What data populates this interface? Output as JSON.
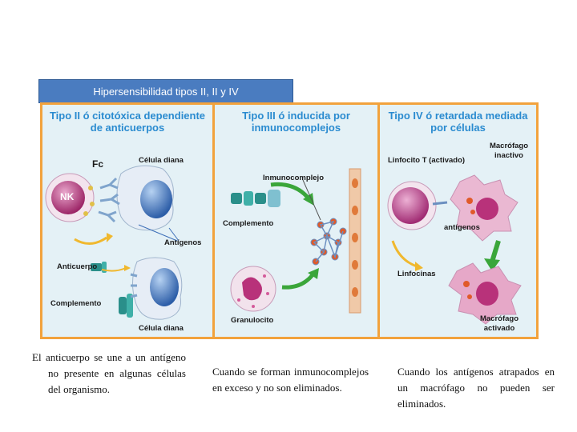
{
  "banner": "Hipersensibilidad tipos II, II y IV",
  "panels": {
    "type2": {
      "title": "Tipo II ó citotóxica dependiente de anticuerpos",
      "labels": {
        "fc": "Fc",
        "target_cell_top": "Célula diana",
        "nk": "NK",
        "antigens": "Antígenos",
        "antibody": "Anticuerpo",
        "complement": "Complemento",
        "target_cell_bottom": "Célula diana"
      }
    },
    "type3": {
      "title": "Tipo III ó inducida por inmunocomplejos",
      "labels": {
        "immunocomplex": "Inmunocomplejo",
        "complement": "Complemento",
        "granulocyte": "Granulocito"
      }
    },
    "type4": {
      "title": "Tipo IV ó retardada mediada por células",
      "labels": {
        "t_cell": "Linfocito T (activado)",
        "inactive_macrophage": "Macrófago inactivo",
        "antigens": "antígenos",
        "lymphokines": "Linfocinas",
        "activated_macrophage": "Macrófago activado"
      }
    }
  },
  "captions": {
    "type2": "El anticuerpo se une a un antígeno no presente en algunas células del organismo.",
    "type3": "Cuando se forman inmunocomplejos en exceso y no son eliminados.",
    "type4": "Cuando los antígenos atrapados en un macrófago no pueden ser eliminados."
  },
  "colors": {
    "banner": "#4a7cc0",
    "frame": "#f2a23c",
    "panel_bg": "#e4f1f6",
    "title": "#2a8bd0",
    "nk_cell": "#b8327a",
    "target_cell": "#3d6fb8",
    "arrow_green": "#3aa63a",
    "macrophage": "#e0aac8"
  }
}
